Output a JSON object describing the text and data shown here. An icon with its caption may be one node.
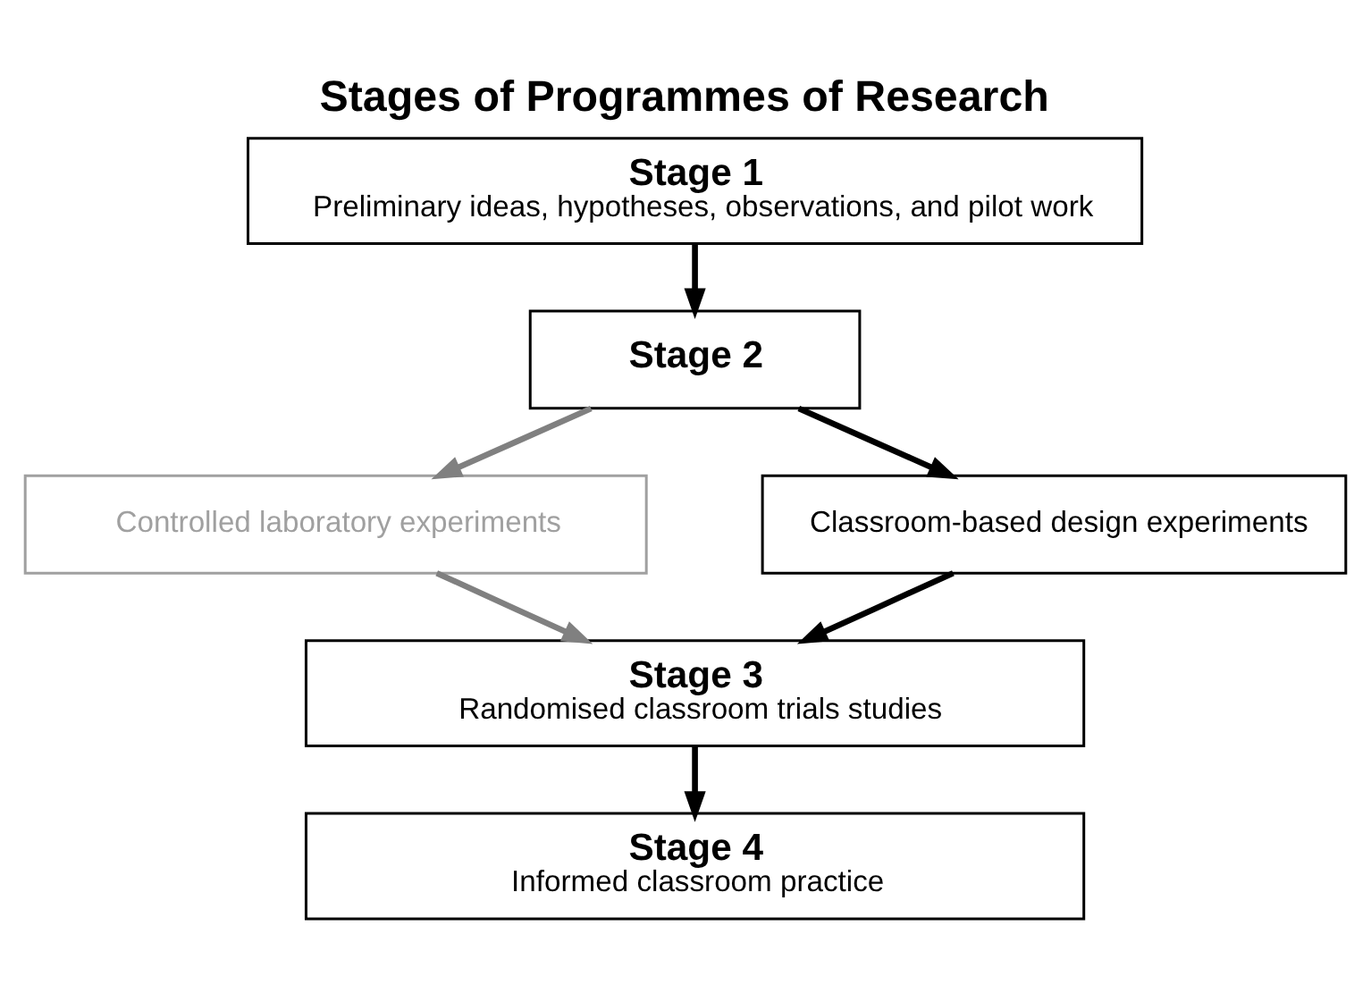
{
  "diagram": {
    "title": "Stages of Programmes of Research",
    "nodes": [
      {
        "text": [
          "Stage 1",
          "Preliminary ideas, hypotheses, observations, and pilot work"
        ]
      },
      {
        "text": [
          "Stage 2"
        ]
      },
      {
        "text": [
          "Controlled laboratory experiments"
        ]
      },
      {
        "text": [
          "Classroom-based design experiments"
        ]
      },
      {
        "text": [
          "Stage 3",
          "Randomised classroom trials studies"
        ]
      },
      {
        "text": [
          "Stage 4",
          "Informed classroom practice"
        ]
      }
    ],
    "edges": [
      {
        "from": 0,
        "to": 1,
        "arrow": "to"
      },
      {
        "from": 1,
        "to": 2,
        "arrow": "to",
        "color": "#808080"
      },
      {
        "from": 1,
        "to": 3,
        "arrow": "to"
      },
      {
        "from": 2,
        "to": 4,
        "arrow": "to",
        "color": "#808080"
      },
      {
        "from": 3,
        "to": 4,
        "arrow": "to"
      },
      {
        "from": 4,
        "to": 5,
        "arrow": "to"
      }
    ]
  }
}
